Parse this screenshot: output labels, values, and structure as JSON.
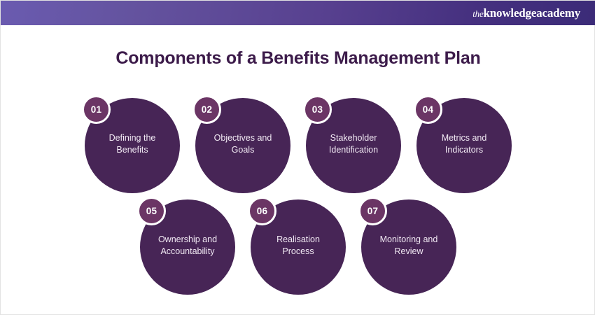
{
  "header": {
    "brand_prefix": "the",
    "brand_name": "knowledgeacademy",
    "gradient_left": "#6a5bb0",
    "gradient_right": "#3b2b78"
  },
  "title": "Components of a Benefits Management Plan",
  "colors": {
    "circle_fill": "#472556",
    "badge_fill": "#6b3565",
    "badge_ring": "#ffffff",
    "title_text": "#3c1b4a",
    "label_text": "#f2eaf4",
    "background": "#ffffff"
  },
  "components": [
    {
      "number": "01",
      "label": "Defining the\nBenefits"
    },
    {
      "number": "02",
      "label": "Objectives and\nGoals"
    },
    {
      "number": "03",
      "label": "Stakeholder\nIdentification"
    },
    {
      "number": "04",
      "label": "Metrics and\nIndicators"
    },
    {
      "number": "05",
      "label": "Ownership and\nAccountability"
    },
    {
      "number": "06",
      "label": "Realisation\nProcess"
    },
    {
      "number": "07",
      "label": "Monitoring and\nReview"
    }
  ]
}
